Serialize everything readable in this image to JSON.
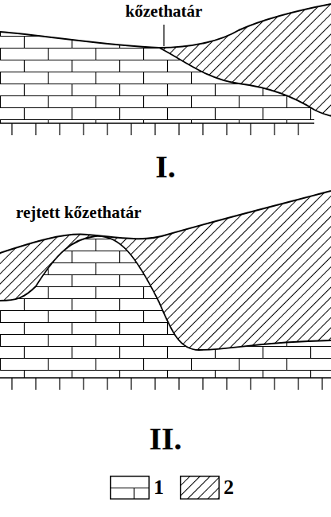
{
  "diagram": {
    "labels": [
      "kőzethatár",
      "I.",
      "rejtett kőzethatár",
      "II."
    ],
    "legend": [
      {
        "text": "1"
      },
      {
        "text": "2"
      }
    ]
  }
}
